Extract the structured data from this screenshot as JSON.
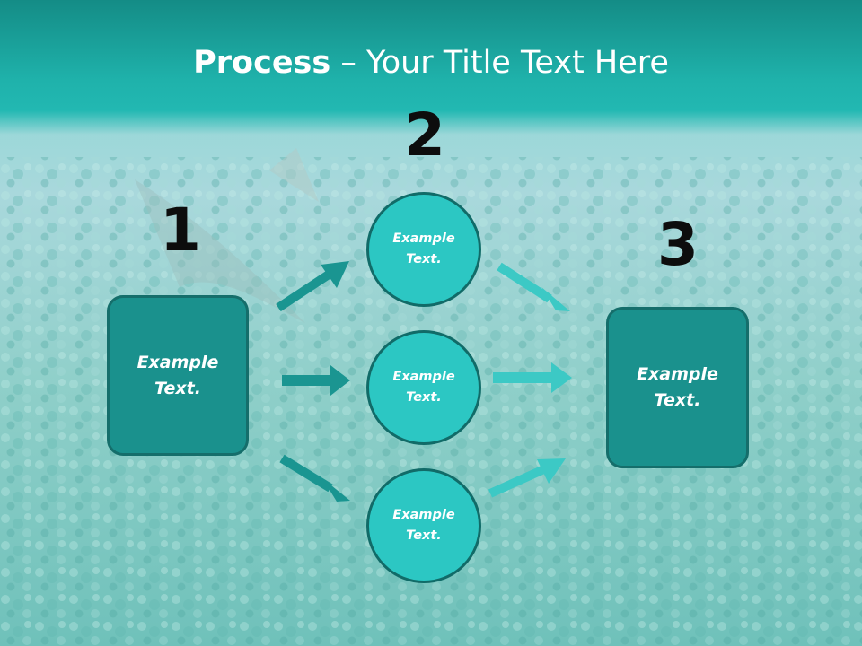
{
  "title": {
    "bold": "Process",
    "dash": " – ",
    "rest": "Your Title Text Here"
  },
  "steps": [
    {
      "number": "1",
      "box_label": "Example Text."
    },
    {
      "number": "2",
      "circle_labels": [
        "Example Text.",
        "Example Text.",
        "Example Text."
      ]
    },
    {
      "number": "3",
      "box_label": "Example Text."
    }
  ],
  "colors": {
    "box_fill": "#1a918d",
    "circle_fill": "#2cc7c3",
    "arrow_left": "#1a9591",
    "arrow_right": "#3cc9c5",
    "title_band": "#1fb2ab"
  }
}
